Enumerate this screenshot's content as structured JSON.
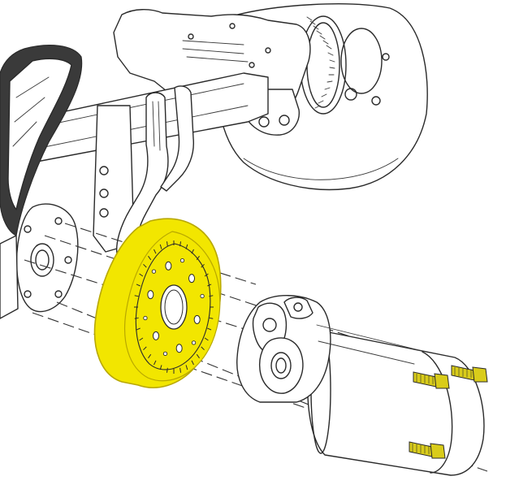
{
  "diagram": {
    "highlight_color": "#F2E600",
    "highlight_stroke": "#B8A800",
    "bolt_color": "#D9CC1A",
    "line_color": "#2a2a2a",
    "background": "#ffffff",
    "highlighted_part_icon": "flex-coupling-disc",
    "bolt_icon": "bolt",
    "bolt_count": 3
  }
}
